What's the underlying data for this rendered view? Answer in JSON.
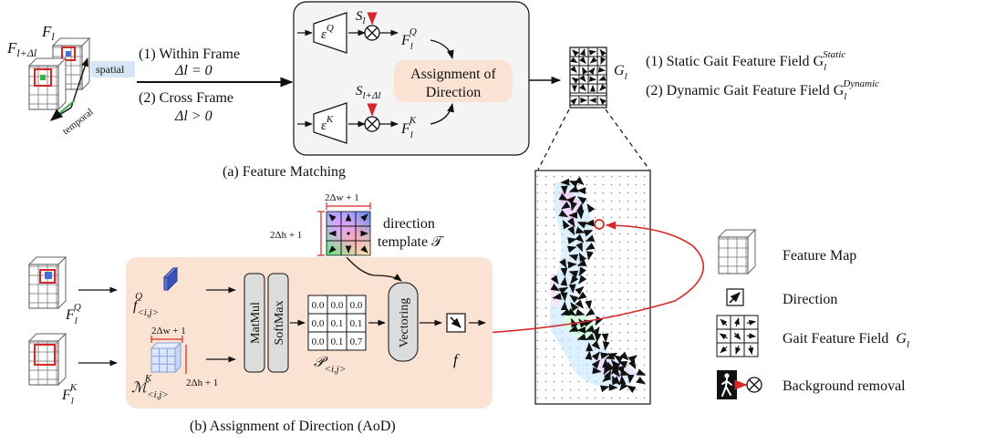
{
  "feature_matching": {
    "caption": "(a) Feature Matching",
    "within_frame_label": "(1) Within Frame",
    "within_frame_cond": "Δl = 0",
    "cross_frame_label": "(2) Cross Frame",
    "cross_frame_cond": "Δl > 0",
    "spatial_label": "spatial",
    "temporal_label": "temporal",
    "feature_l": "F",
    "feature_l_sub": "l",
    "feature_ldl": "F",
    "feature_ldl_sub": "l+Δl",
    "encoder_q": "ε",
    "encoder_q_sup": "Q",
    "encoder_k": "ε",
    "encoder_k_sup": "K",
    "mask_l": "S",
    "mask_l_sub": "l",
    "mask_ldl": "S",
    "mask_ldl_sub": "l+Δl",
    "fq": "F",
    "fq_sub": "l",
    "fq_sup": "Q",
    "fk": "F",
    "fk_sub": "l",
    "fk_sup": "K",
    "aod_line1": "Assignment of",
    "aod_line2": "Direction",
    "gl": "G",
    "gl_sub": "l",
    "static_label": "(1) Static Gait Feature Field G",
    "static_sub": "l",
    "static_sup": "Static",
    "dynamic_label": "(2) Dynamic Gait Feature Field G",
    "dynamic_sub": "l",
    "dynamic_sup": "Dynamic"
  },
  "aod": {
    "caption": "(b) Assignment of Direction (AoD)",
    "fq": "F",
    "fq_sub": "l",
    "fq_sup": "Q",
    "fk": "F",
    "fk_sub": "l",
    "fk_sup": "K",
    "f_ij": "f",
    "f_ij_sub": "<i,j>",
    "f_ij_sup": "Q",
    "m_ij": "ℳ",
    "m_ij_sub": "<i,j>",
    "m_ij_sup": "K",
    "width_label": "2Δw + 1",
    "height_label": "2Δh + 1",
    "tmpl_width_label": "2Δw + 1",
    "tmpl_height_label": "2Δh + 1",
    "direction_template_line1": "direction",
    "direction_template_line2": "template 𝒯",
    "matmul": "MatMul",
    "softmax": "SoftMax",
    "vectoring": "Vectoring",
    "p_ij": "𝒫",
    "p_ij_sub": "<i,j>",
    "f_out": "f",
    "matrix": [
      [
        "0.0",
        "0.0",
        "0.0"
      ],
      [
        "0.0",
        "0.1",
        "0.1"
      ],
      [
        "0.0",
        "0.1",
        "0.7"
      ]
    ]
  },
  "legend": {
    "feature_map": "Feature Map",
    "direction": "Direction",
    "gait_field": "Gait Feature Field",
    "gait_field_symbol": "G",
    "gait_field_sub": "l",
    "background_removal": "Background removal"
  },
  "colors": {
    "panel_fill": "#f4f4f4",
    "aod_fill": "#fae3d2",
    "red": "#d6282a",
    "blue": "#4a6bd6"
  }
}
